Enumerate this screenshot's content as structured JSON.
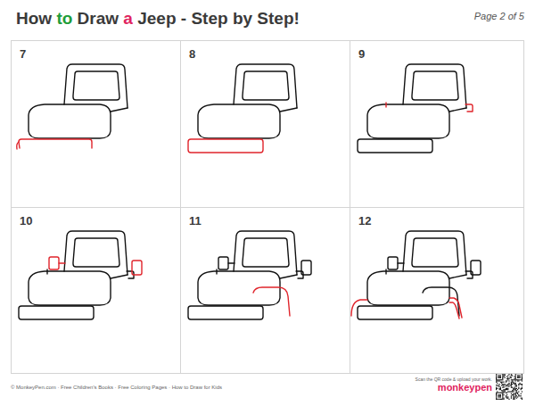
{
  "diagram": {
    "title": "How to Draw a Jeep - Step by Step!",
    "nodes": [
      {
        "text": [
          "7"
        ]
      },
      {
        "text": [
          "8"
        ]
      },
      {
        "text": [
          "9"
        ]
      },
      {
        "text": [
          "10"
        ]
      },
      {
        "text": [
          "11"
        ]
      },
      {
        "text": [
          "12"
        ]
      }
    ],
    "labels": [
      "Page 2 of 5",
      "© MonkeyPen.com · Free Children's Books · Free Coloring Pages · How to Draw for Kids",
      "Scan the QR code & upload your work.",
      "monkeypen"
    ]
  }
}
